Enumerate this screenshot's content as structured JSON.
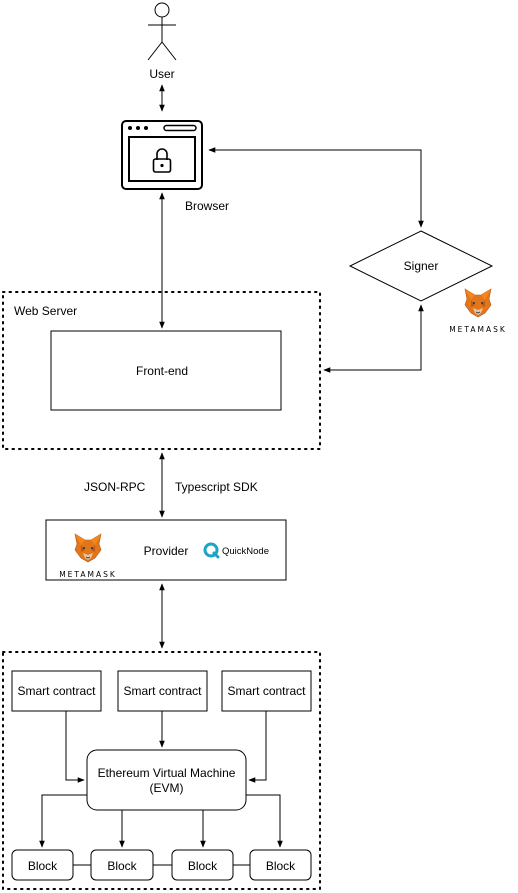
{
  "nodes": {
    "user": "User",
    "browser": "Browser",
    "signer": "Signer",
    "web_server": "Web Server",
    "frontend": "Front-end",
    "json_rpc": "JSON-RPC",
    "typescript_sdk": "Typescript SDK",
    "provider": "Provider",
    "quicknode": "QuickNode",
    "metamask_word": "METAMASK",
    "smart_contract_1": "Smart contract",
    "smart_contract_2": "Smart contract",
    "smart_contract_3": "Smart contract",
    "evm_line1": "Ethereum Virtual Machine",
    "evm_line2": "(EVM)",
    "block_1": "Block",
    "block_2": "Block",
    "block_3": "Block",
    "block_4": "Block"
  },
  "icons": {
    "user": "stick-figure-icon",
    "browser": "browser-lock-icon",
    "metamask": "metamask-fox-icon",
    "quicknode": "quicknode-logo-icon"
  },
  "colors": {
    "stroke": "#000000",
    "fox_orange": "#E2761B",
    "fox_light": "#F6851B",
    "fox_dark": "#C0581A",
    "fox_cream": "#E4C7A8",
    "quicknode_teal": "#1AA6C8"
  }
}
